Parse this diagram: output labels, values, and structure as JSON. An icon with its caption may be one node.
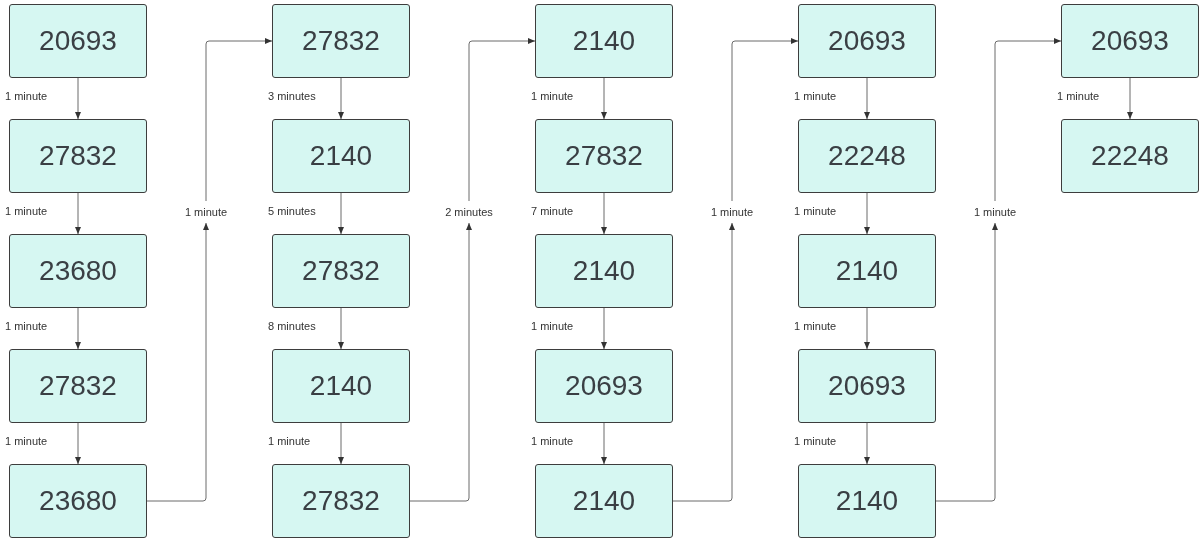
{
  "diagram": {
    "nodes": [
      {
        "text": [
          "20693"
        ]
      },
      {
        "text": [
          "27832"
        ]
      },
      {
        "text": [
          "23680"
        ]
      },
      {
        "text": [
          "27832"
        ]
      },
      {
        "text": [
          "23680"
        ]
      },
      {
        "text": [
          "1 minute"
        ]
      },
      {
        "text": [
          "27832"
        ]
      },
      {
        "text": [
          "2140"
        ]
      },
      {
        "text": [
          "27832"
        ]
      },
      {
        "text": [
          "2140"
        ]
      },
      {
        "text": [
          "27832"
        ]
      },
      {
        "text": [
          "2 minutes"
        ]
      },
      {
        "text": [
          "2140"
        ]
      },
      {
        "text": [
          "27832"
        ]
      },
      {
        "text": [
          "2140"
        ]
      },
      {
        "text": [
          "20693"
        ]
      },
      {
        "text": [
          "2140"
        ]
      },
      {
        "text": [
          "1 minute"
        ]
      },
      {
        "text": [
          "20693"
        ]
      },
      {
        "text": [
          "22248"
        ]
      },
      {
        "text": [
          "2140"
        ]
      },
      {
        "text": [
          "20693"
        ]
      },
      {
        "text": [
          "2140"
        ]
      },
      {
        "text": [
          "1 minute"
        ]
      },
      {
        "text": [
          "20693"
        ]
      },
      {
        "text": [
          "22248"
        ]
      }
    ],
    "edges": [
      {
        "from": 0,
        "to": 1,
        "arrow": "to",
        "label": "1 minute"
      },
      {
        "from": 1,
        "to": 2,
        "arrow": "to",
        "label": "1 minute"
      },
      {
        "from": 2,
        "to": 3,
        "arrow": "to",
        "label": "1 minute"
      },
      {
        "from": 3,
        "to": 4,
        "arrow": "to",
        "label": "1 minute"
      },
      {
        "from": 4,
        "to": 5,
        "arrow": "to"
      },
      {
        "from": 5,
        "to": 6,
        "arrow": "to"
      },
      {
        "from": 6,
        "to": 7,
        "arrow": "to",
        "label": "3 minutes"
      },
      {
        "from": 7,
        "to": 8,
        "arrow": "to",
        "label": "5 minutes"
      },
      {
        "from": 8,
        "to": 9,
        "arrow": "to",
        "label": "8 minutes"
      },
      {
        "from": 9,
        "to": 10,
        "arrow": "to",
        "label": "1 minute"
      },
      {
        "from": 10,
        "to": 11,
        "arrow": "to"
      },
      {
        "from": 11,
        "to": 12,
        "arrow": "to"
      },
      {
        "from": 12,
        "to": 13,
        "arrow": "to",
        "label": "1 minute"
      },
      {
        "from": 13,
        "to": 14,
        "arrow": "to",
        "label": "7 minute"
      },
      {
        "from": 14,
        "to": 15,
        "arrow": "to",
        "label": "1 minute"
      },
      {
        "from": 15,
        "to": 16,
        "arrow": "to",
        "label": "1 minute"
      },
      {
        "from": 16,
        "to": 17,
        "arrow": "to"
      },
      {
        "from": 17,
        "to": 18,
        "arrow": "to"
      },
      {
        "from": 18,
        "to": 19,
        "arrow": "to",
        "label": "1 minute"
      },
      {
        "from": 19,
        "to": 20,
        "arrow": "to",
        "label": "1 minute"
      },
      {
        "from": 20,
        "to": 21,
        "arrow": "to",
        "label": "1 minute"
      },
      {
        "from": 21,
        "to": 22,
        "arrow": "to",
        "label": "1 minute"
      },
      {
        "from": 22,
        "to": 23,
        "arrow": "to"
      },
      {
        "from": 23,
        "to": 24,
        "arrow": "to"
      },
      {
        "from": 24,
        "to": 25,
        "arrow": "to",
        "label": "1 minute"
      }
    ]
  }
}
